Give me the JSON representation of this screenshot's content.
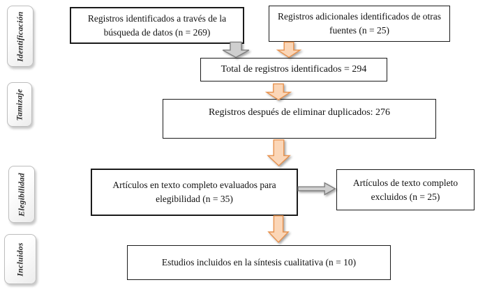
{
  "stage_labels": [
    {
      "label": "Identificación"
    },
    {
      "label": "Tamizaje"
    },
    {
      "label": "Elegibilidad"
    },
    {
      "label": "Incluidos"
    }
  ],
  "boxes": {
    "identified": "Registros identificados a través de la búsqueda de datos (n = 269)",
    "additional": "Registros adicionales identificados de otras fuentes (n = 25)",
    "total": "Total de registros identificados = 294",
    "deduplicated": "Registros después de eliminar duplicados: 276",
    "assessed": "Artículos en texto completo evaluados para elegibilidad (n = 35)",
    "excluded": "Artículos de texto completo excluidos (n = 25)",
    "included": "Estudios incluidos en la síntesis cualitativa (n = 10)"
  },
  "colors": {
    "arrow_orange_fill": "#FBD6B7",
    "arrow_orange_stroke": "#E8924E",
    "arrow_gray_fill": "#CFCFCF",
    "arrow_gray_stroke": "#7F7F7F",
    "box_border": "#1A1A1A",
    "label_border": "#BDBDBD"
  }
}
